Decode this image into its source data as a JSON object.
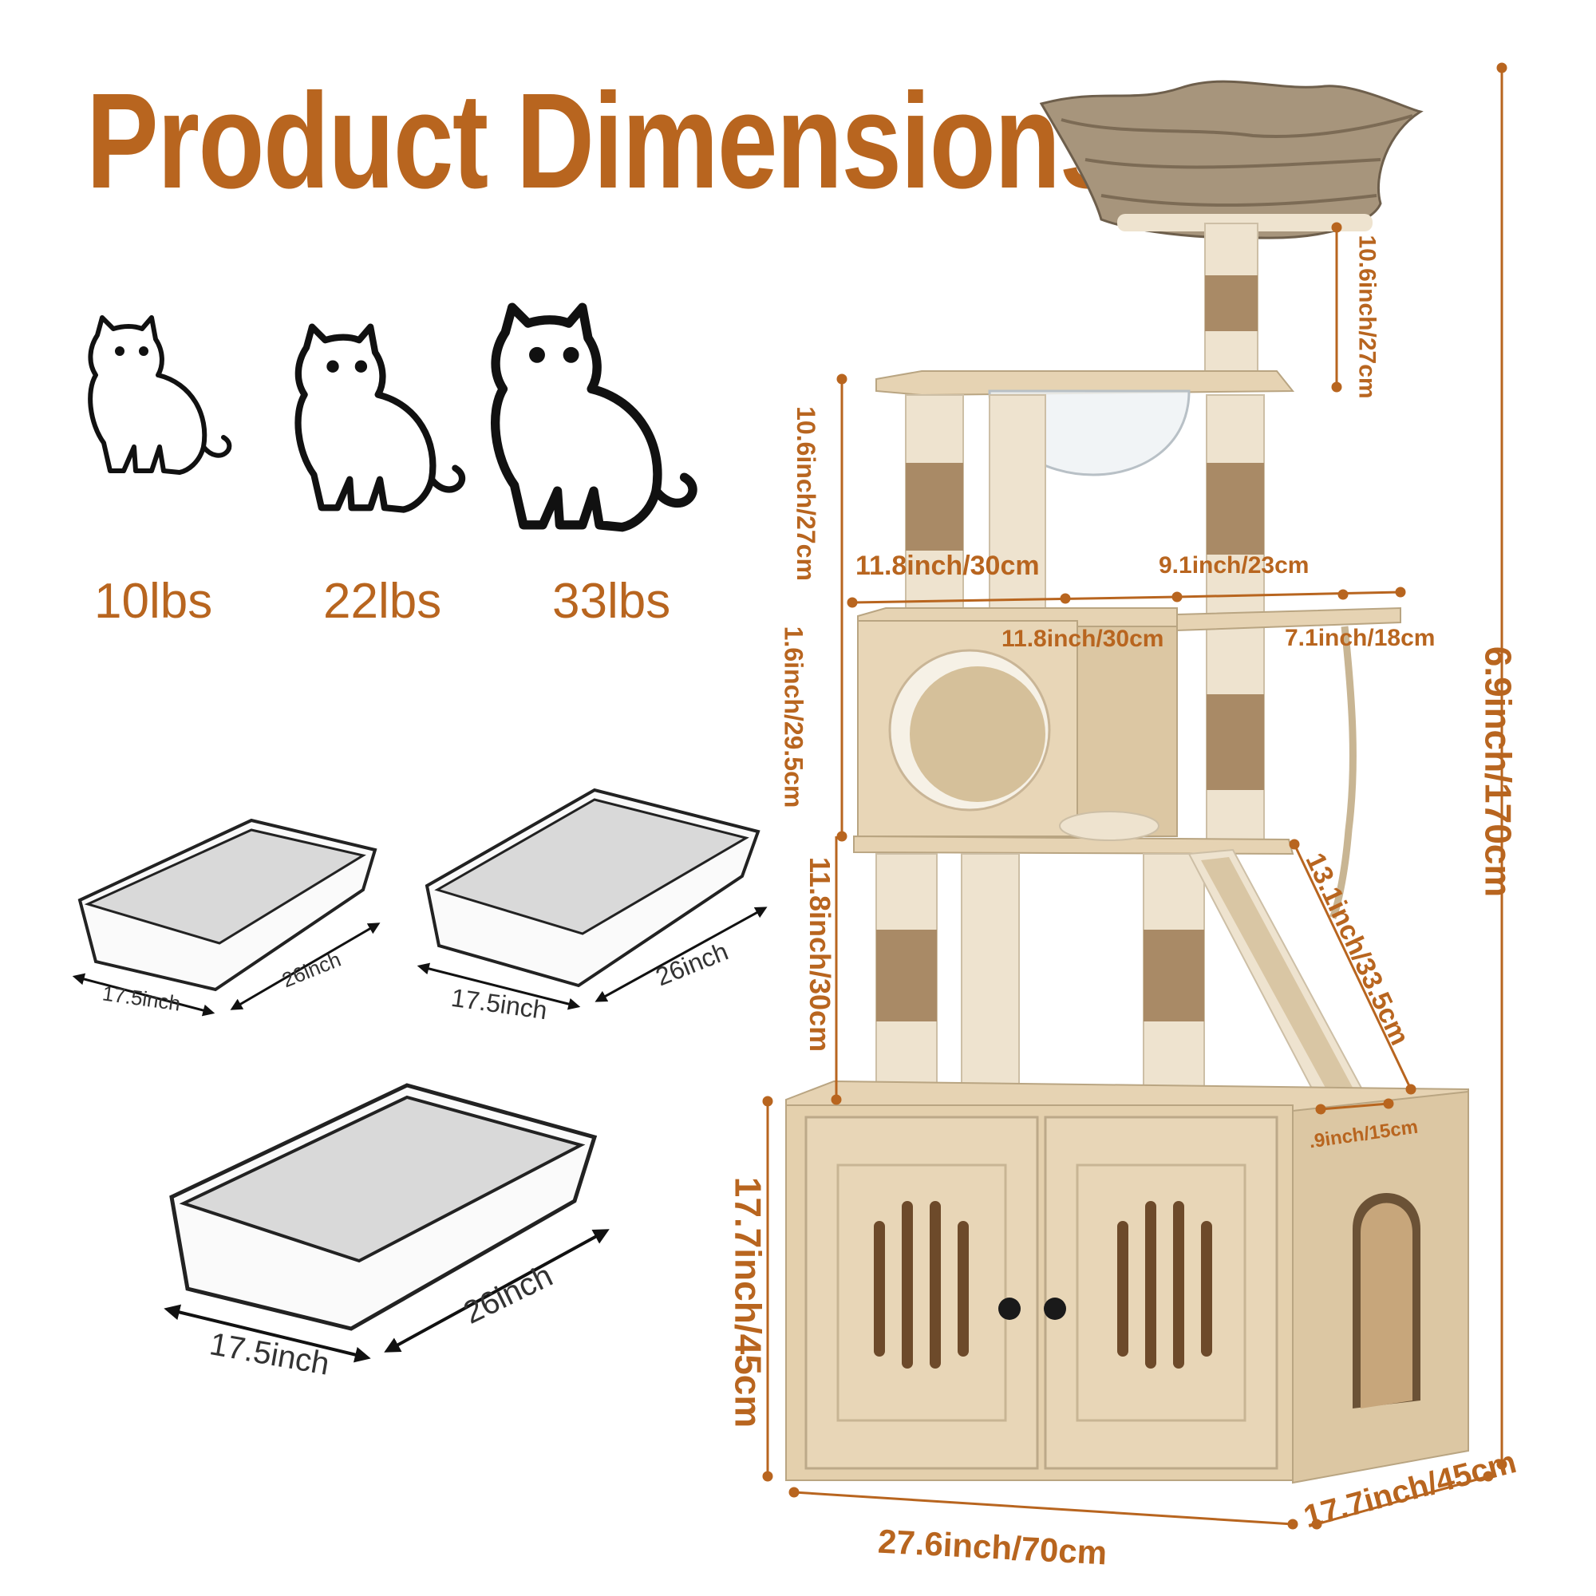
{
  "title": "Product Dimensions",
  "cats": [
    {
      "label": "10lbs",
      "icon": "small-cat-icon"
    },
    {
      "label": "22lbs",
      "icon": "medium-cat-icon"
    },
    {
      "label": "33lbs",
      "icon": "large-cat-icon"
    }
  ],
  "litter_boxes": [
    {
      "width": "17.5inch",
      "length": "26inch"
    },
    {
      "width": "17.5inch",
      "length": "26inch"
    },
    {
      "width": "17.5inch",
      "length": "26inch"
    }
  ],
  "dimensions": {
    "top_post": "10.6inch/27cm",
    "upper_level": "10.6inch/27cm",
    "condo_height": "1.6inch/29.5cm",
    "lower_posts": "11.8inch/30cm",
    "cabinet_height": "17.7inch/45cm",
    "cabinet_width": "27.6inch/70cm",
    "cabinet_depth": "17.7inch/45cm",
    "total_height": "6.9inch/170cm",
    "condo_width": "11.8inch/30cm",
    "condo_depth": "11.8inch/30cm",
    "side_platform_width": "9.1inch/23cm",
    "side_platform_depth": "7.1inch/18cm",
    "ramp_length": "13.1inch/33.5cm",
    "ramp_width": ".9inch/15cm"
  },
  "colors": {
    "accent": "#b8651f",
    "wood": "#e6d3b3",
    "plush": "#eee3cf",
    "sisal": "#a98a66"
  }
}
